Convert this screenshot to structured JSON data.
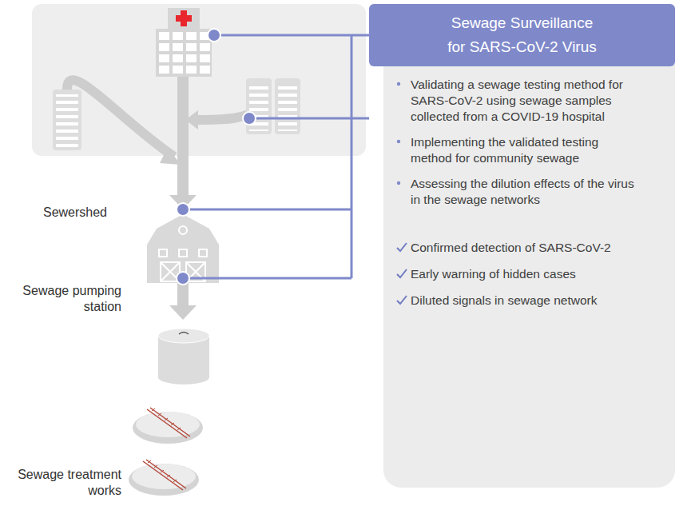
{
  "diagram": {
    "nodes": [
      {
        "text": [
          "Sewage Surveillance for SARS-CoV-2 Virus"
        ]
      },
      {
        "text": [
          "Validating a sewage testing method for SARS-CoV-2 using sewage samples collected from a COVID-19 hospital",
          "Implementing the validated testing method for community sewage",
          "Assessing the dilution effects of the virus in the sewage networks",
          "Confirmed detection of SARS-CoV-2",
          "Early warning of hidden cases",
          "Diluted signals in sewage network"
        ]
      }
    ],
    "labels": [
      "Sewershed",
      "Sewage pumping station",
      "Sewage treatment works"
    ]
  }
}
